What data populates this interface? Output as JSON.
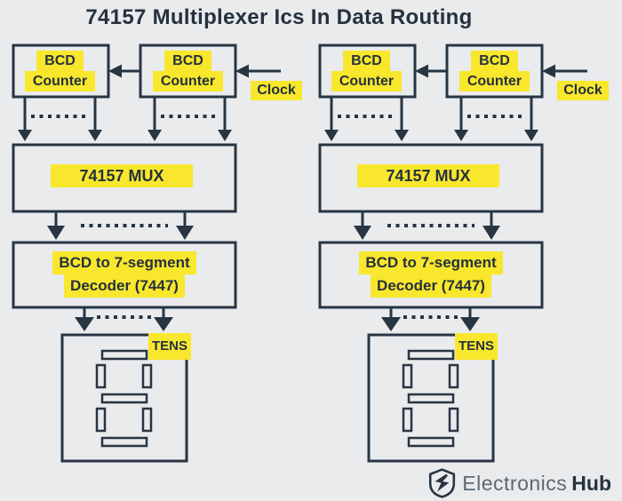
{
  "title": "74157 Multiplexer Ics In Data Routing",
  "colors": {
    "background": "#e9ebed",
    "ink": "#283543",
    "highlight_yellow": "#f8e72c",
    "logo_text_gray": "#5d6974"
  },
  "columns": [
    {
      "counter_left": {
        "line1": "BCD",
        "line2": "Counter"
      },
      "counter_right": {
        "line1": "BCD",
        "line2": "Counter"
      },
      "clock_label": "Clock",
      "mux_label": "74157 MUX",
      "decoder_label_line1": "BCD to 7-segment",
      "decoder_label_line2": "Decoder (7447)",
      "display_label": "TENS"
    },
    {
      "counter_left": {
        "line1": "BCD",
        "line2": "Counter"
      },
      "counter_right": {
        "line1": "BCD",
        "line2": "Counter"
      },
      "clock_label": "Clock",
      "mux_label": "74157 MUX",
      "decoder_label_line1": "BCD to 7-segment",
      "decoder_label_line2": "Decoder (7447)",
      "display_label": "TENS"
    }
  ],
  "logo": {
    "text_regular": "Electronics",
    "text_bold": "Hub",
    "icon": "shield-bolt-icon"
  }
}
